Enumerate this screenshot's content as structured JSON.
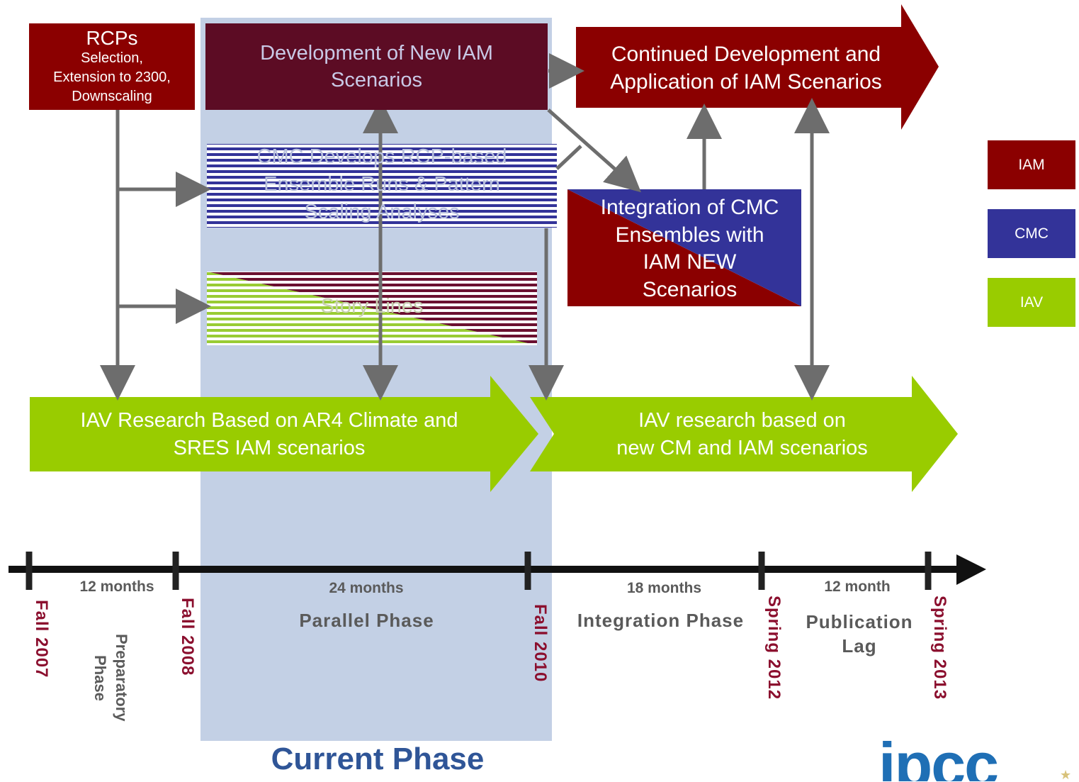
{
  "rcps": {
    "title": "RCPs",
    "subtitle": "Selection,\nExtension to 2300,\nDownscaling"
  },
  "new_iam": "Development of New IAM\nScenarios",
  "continued": "Continued Development and\nApplication of IAM Scenarios",
  "cmc_runs": "CMC Develops RCP-based\nEnsemble Runs & Pattern\nScaling Analyses",
  "story_lines": "Story Lines",
  "integration": "Integration of CMC\nEnsembles with\nIAM NEW\nScenarios",
  "iav_current": "IAV Research Based on AR4 Climate and\nSRES IAM scenarios",
  "iav_new": "IAV research based on\nnew CM and IAM scenarios",
  "legend": [
    {
      "label": "IAM",
      "color": "#8b0000"
    },
    {
      "label": "CMC",
      "color": "#333399"
    },
    {
      "label": "IAV",
      "color": "#99cc00"
    }
  ],
  "timeline": {
    "durations": [
      "12 months",
      "24 months",
      "18 months",
      "12 month"
    ],
    "phases": [
      "Preparatory\nPhase",
      "Parallel Phase",
      "Integration Phase",
      "Publication\nLag"
    ],
    "dates": [
      "Fall  2007",
      "Fall  2008",
      "Fall  2010",
      "Spring  2012",
      "Spring  2013"
    ]
  },
  "current_phase": "Current Phase",
  "logo_text": "ipcc",
  "colors": {
    "iam": "#8b0000",
    "iam_dark": "#5c0c24",
    "cmc": "#333399",
    "iav": "#99cc00",
    "highlight": "#b8c8e0",
    "date": "#8b0f2e"
  }
}
